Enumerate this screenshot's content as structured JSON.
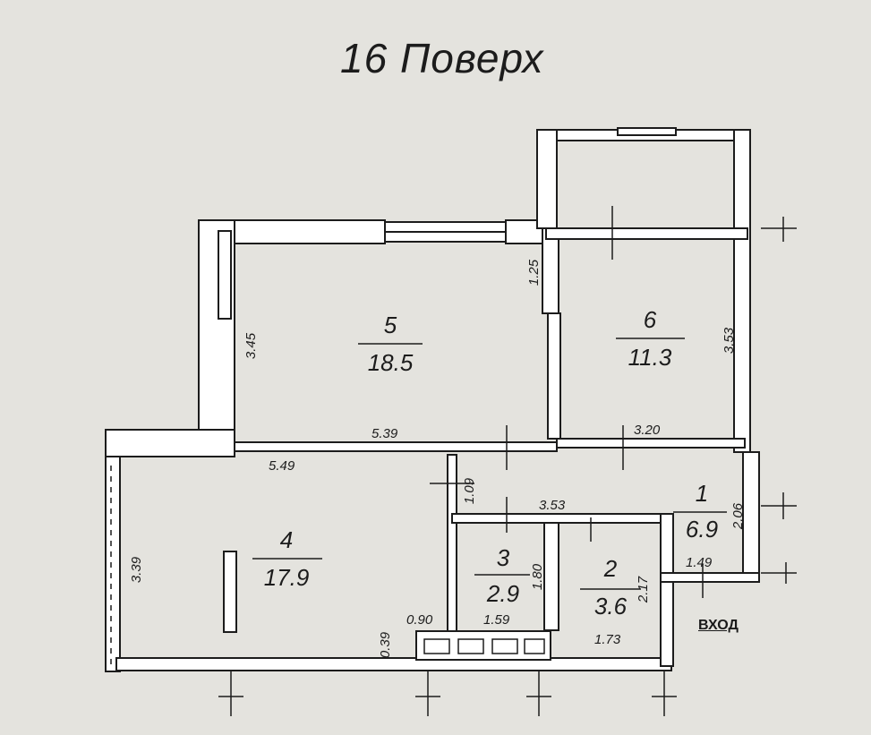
{
  "title": "16 Поверх",
  "entrance_label": "ВХОД",
  "rooms": [
    {
      "number": "5",
      "area": "18.5"
    },
    {
      "number": "6",
      "area": "11.3"
    },
    {
      "number": "4",
      "area": "17.9"
    },
    {
      "number": "3",
      "area": "2.9"
    },
    {
      "number": "2",
      "area": "3.6"
    },
    {
      "number": "1",
      "area": "6.9"
    }
  ],
  "dimensions": {
    "room5_height": "3.45",
    "room5_width": "5.39",
    "room6_left": "1.25",
    "room6_height": "3.53",
    "room6_width": "3.20",
    "room4_width": "5.49",
    "room4_height": "3.39",
    "corridor_vertical": "1.09",
    "room3_top": "3.53",
    "room3_side": "1.80",
    "room3_bottom": "1.59",
    "room2_side": "2.17",
    "room2_bottom": "1.73",
    "room1_side": "2.06",
    "room1_bottom": "1.49",
    "niche_top": "0.90",
    "niche_side": "0.39"
  },
  "colors": {
    "paper": "#e4e3de",
    "ink": "#1c1c1c",
    "wall_fill": "#ffffff"
  }
}
